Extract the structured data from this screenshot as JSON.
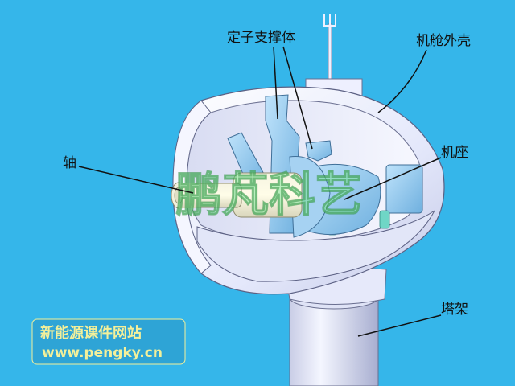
{
  "labels": {
    "stator_support": "定子支撑体",
    "nacelle_shell": "机舱外壳",
    "shaft": "轴",
    "base": "机座",
    "tower": "塔架"
  },
  "watermark": "鹏芃科艺",
  "brand": {
    "line1": "新能源课件网站",
    "line2": "www.pengky.cn"
  },
  "colors": {
    "background": "#35b6ea",
    "shell": "#eef2ff",
    "component": "#8ec8ee",
    "brand_text": "#f3f09a"
  }
}
